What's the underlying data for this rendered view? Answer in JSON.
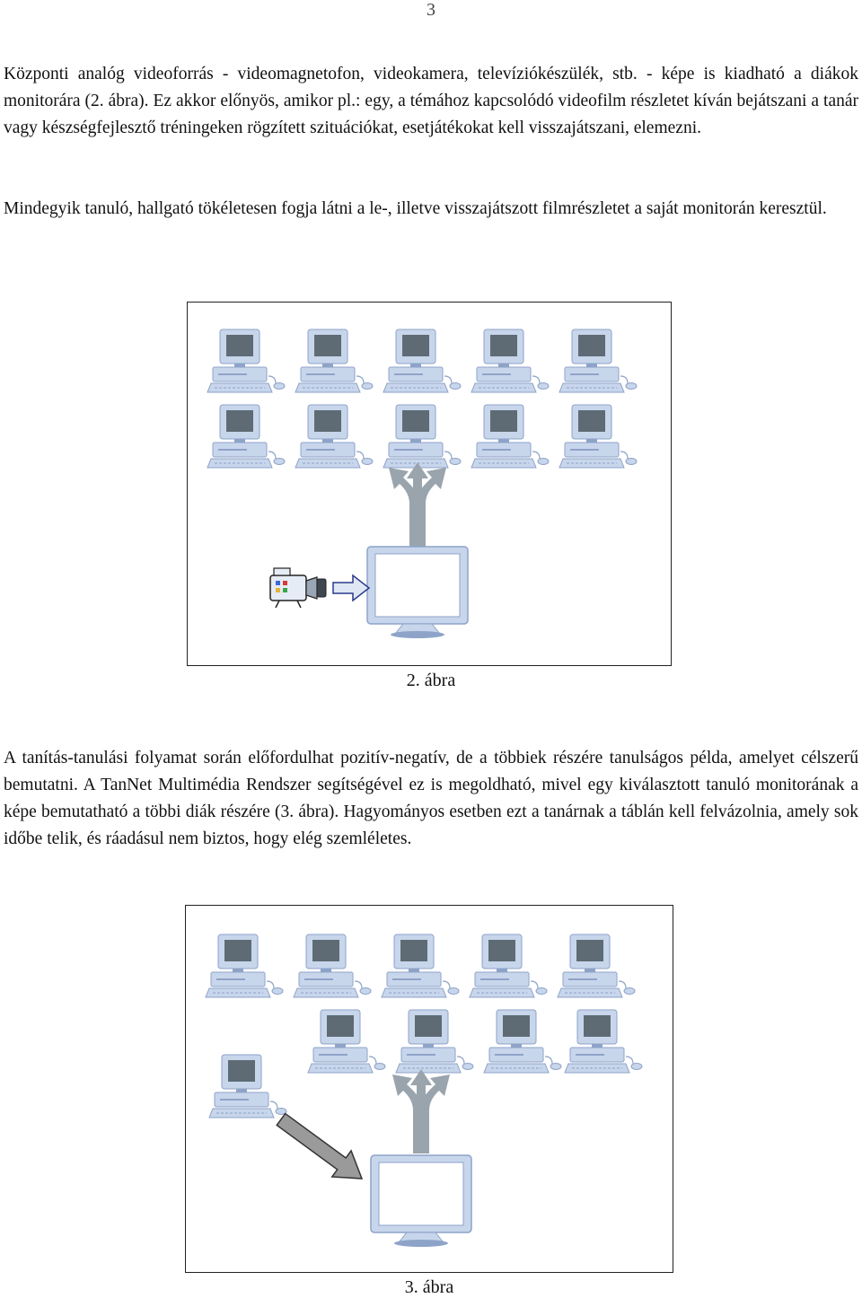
{
  "page": {
    "number": "3"
  },
  "paragraphs": {
    "p1": "Központi analóg videoforrás - videomagnetofon, videokamera, televíziókészülék, stb. - képe is kiadható a diákok monitorára (2. ábra). Ez akkor előnyös, amikor pl.: egy, a témához kapcsolódó videofilm részletet kíván bejátszani a tanár vagy készségfejlesztő tréningeken rögzített szituációkat, esetjátékokat kell visszajátszani, elemezni.",
    "p2": "Mindegyik tanuló, hallgató tökéletesen fogja látni a le-, illetve visszajátszott filmrészletet a saját monitorán keresztül.",
    "p3": "A tanítás-tanulási folyamat során előfordulhat pozitív-negatív, de a többiek részére tanulságos példa, amelyet célszerű bemutatni. A TanNet Multimédia Rendszer segítségével ez is megoldható, mivel egy kiválasztott tanuló monitorának a képe bemutatható a többi diák részére (3. ábra). Hagyományos esetben ezt a tanárnak a táblán kell felvázolnia, amely sok időbe telik, és ráadásul nem biztos, hogy elég szemléletes."
  },
  "figure2": {
    "caption": "2. ábra",
    "icons": {
      "student_computers": "student-computer-icon",
      "branch_arrow": "three-way-arrow-icon",
      "central_monitor": "teacher-monitor-icon",
      "source": "video-camera-icon",
      "link_arrow": "right-arrow-icon"
    }
  },
  "figure3": {
    "caption": "3. ábra",
    "icons": {
      "student_computers": "student-computer-icon",
      "branch_arrow": "three-way-arrow-icon",
      "central_monitor": "teacher-monitor-icon",
      "source": "selected-student-computer-icon",
      "link_arrow": "diagonal-arrow-icon"
    }
  },
  "colors": {
    "computer_body": "#c8d6ec",
    "computer_outline": "#8ea3c8",
    "screen": "#5f6b74",
    "branch_arrow": "#9aa4ad",
    "grey_arrow": "#9a9a9a",
    "frame": "#222222"
  }
}
